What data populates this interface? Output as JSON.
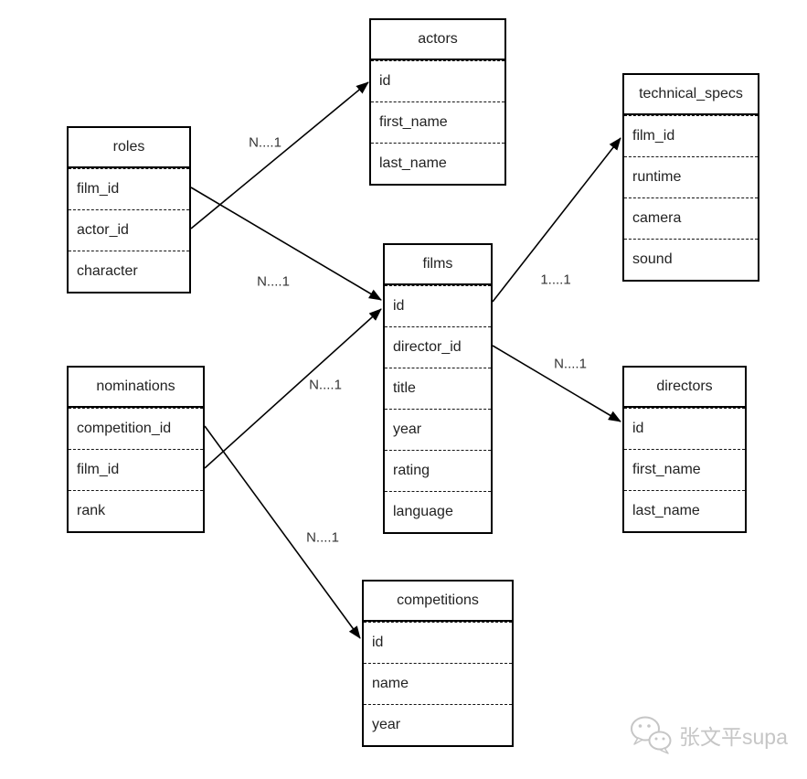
{
  "diagram": {
    "entities": [
      {
        "name": "actors",
        "fields": [
          "id",
          "first_name",
          "last_name"
        ]
      },
      {
        "name": "roles",
        "fields": [
          "film_id",
          "actor_id",
          "character"
        ]
      },
      {
        "name": "technical_specs",
        "fields": [
          "film_id",
          "runtime",
          "camera",
          "sound"
        ]
      },
      {
        "name": "films",
        "fields": [
          "id",
          "director_id",
          "title",
          "year",
          "rating",
          "language"
        ]
      },
      {
        "name": "directors",
        "fields": [
          "id",
          "first_name",
          "last_name"
        ]
      },
      {
        "name": "nominations",
        "fields": [
          "competition_id",
          "film_id",
          "rank"
        ]
      },
      {
        "name": "competitions",
        "fields": [
          "id",
          "name",
          "year"
        ]
      }
    ],
    "relationships": [
      {
        "from": "roles.film_id",
        "to": "films.id",
        "label": "N....1"
      },
      {
        "from": "roles.actor_id",
        "to": "actors.id",
        "label": "N....1"
      },
      {
        "from": "films.id",
        "to": "technical_specs.film_id",
        "label": "1....1"
      },
      {
        "from": "films.director_id",
        "to": "directors.id",
        "label": "N....1"
      },
      {
        "from": "nominations.film_id",
        "to": "films.id",
        "label": "N....1"
      },
      {
        "from": "nominations.competition_id",
        "to": "competitions.id",
        "label": "N....1"
      }
    ]
  },
  "watermark": {
    "text": "张文平supa",
    "icon": "wechat-icon"
  },
  "colors": {
    "line": "#000000",
    "text": "#222222",
    "background": "#ffffff",
    "watermark": "#c6c6c6"
  }
}
